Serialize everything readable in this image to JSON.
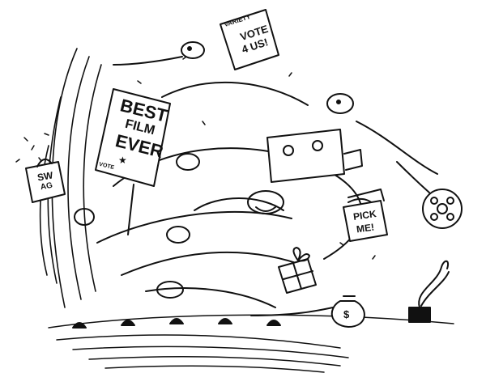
{
  "illustration": {
    "ink_color": "#111111",
    "paper_color": "#ffffff",
    "signs": {
      "variety_masthead": "VARIETY",
      "vote_line1": "VOTE",
      "vote_line2": "4 US!",
      "best_line1": "BEST",
      "best_line2": "FILM",
      "best_line3": "EVER",
      "best_star": "★",
      "best_footer": "VOTE",
      "swag_line1": "SW",
      "swag_line2": "AG",
      "pick_line1": "PICK",
      "pick_line2": "ME!",
      "money_symbol": "$"
    }
  }
}
